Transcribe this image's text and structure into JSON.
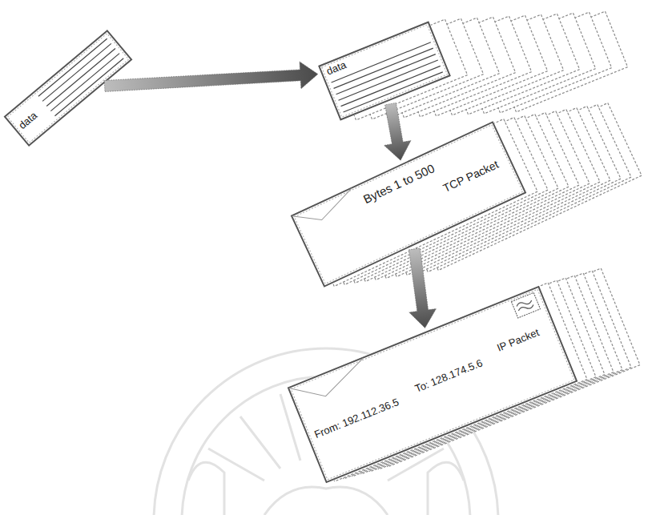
{
  "diagram": {
    "nodes": [
      {
        "text": [
          "data"
        ]
      },
      {
        "text": [
          "data"
        ]
      },
      {
        "text": [
          "Bytes 1 to 500",
          "TCP Packet"
        ]
      },
      {
        "text": [
          "From: 192.112.36.5",
          "To: 128.174.5.6",
          "IP Packet"
        ]
      }
    ],
    "edges": [
      {
        "from": 0,
        "to": 1,
        "arrow": "to"
      },
      {
        "from": 1,
        "to": 2,
        "arrow": "to"
      },
      {
        "from": 2,
        "to": 3,
        "arrow": "to"
      }
    ]
  }
}
